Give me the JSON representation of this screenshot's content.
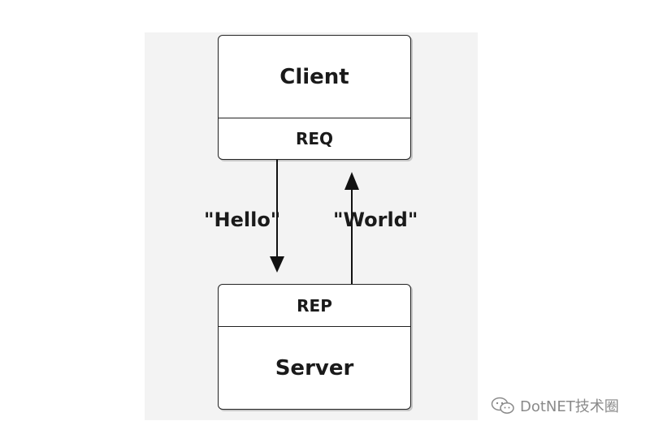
{
  "client": {
    "title": "Client",
    "socket": "REQ"
  },
  "server": {
    "socket": "REP",
    "title": "Server"
  },
  "messages": {
    "request": "\"Hello\"",
    "reply": "\"World\""
  },
  "watermark": {
    "text": "DotNET技术圈",
    "icon": "wechat-icon"
  }
}
